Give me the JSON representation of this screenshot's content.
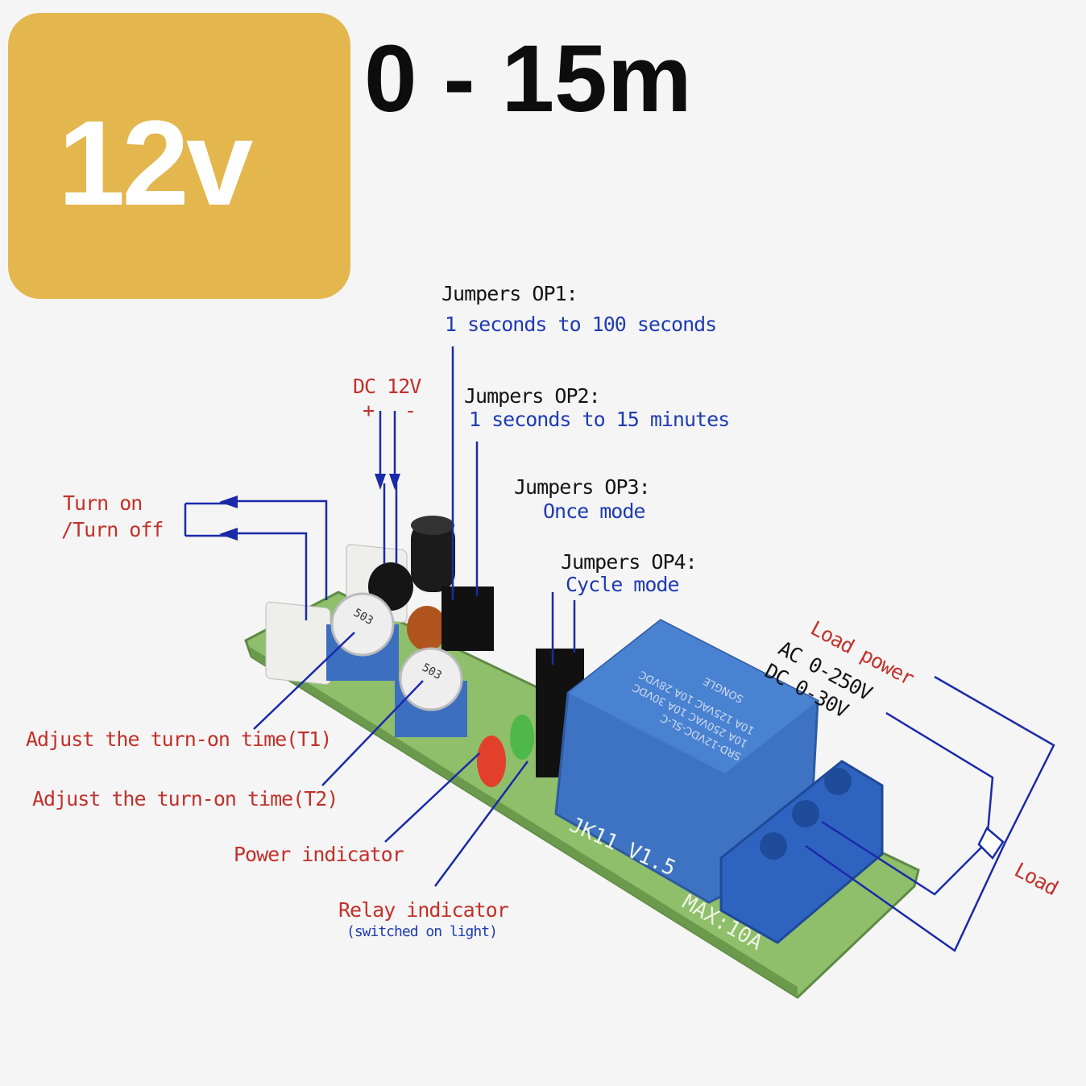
{
  "badge": {
    "voltage": "12v"
  },
  "headline": {
    "range": "0 - 15m"
  },
  "annotations": {
    "op1_title": "Jumpers OP1:",
    "op1_desc": "1 seconds to 100 seconds",
    "dc_power": "DC 12V",
    "dc_plus": "+",
    "dc_minus": "-",
    "op2_title": "Jumpers OP2:",
    "op2_desc": "1 seconds to 15 minutes",
    "op3_title": "Jumpers OP3:",
    "op3_desc": "Once mode",
    "op4_title": "Jumpers OP4:",
    "op4_desc": "Cycle mode",
    "turn_on": "Turn on",
    "turn_off": "/Turn off",
    "load_power": "Load power",
    "ac_range": "AC 0-250V",
    "dc_range": "DC 0-30V",
    "load": "Load",
    "adjust_t1": "Adjust the turn-on time(T1)",
    "adjust_t2": "Adjust the turn-on time(T2)",
    "power_indicator": "Power indicator",
    "relay_indicator": "Relay indicator",
    "relay_indicator_note": "(switched on light)"
  },
  "board": {
    "model": "JK11 V1.5",
    "max_current": "MAX:10A",
    "pot_value": "503",
    "relay_model": "SRD-12VDC-SL-C",
    "relay_brand": "SONGLE",
    "relay_rating_1": "10A 250VAC 10A 30VDC",
    "relay_rating_2": "10A 125VAC 10A 28VDC"
  },
  "colors": {
    "badge": "#e3b64e",
    "label_red": "#c2312b",
    "label_blue": "#1f3bb3",
    "leader_line": "#1a2aa8",
    "pcb": "#8fbf6a",
    "relay": "#3e73c4"
  }
}
